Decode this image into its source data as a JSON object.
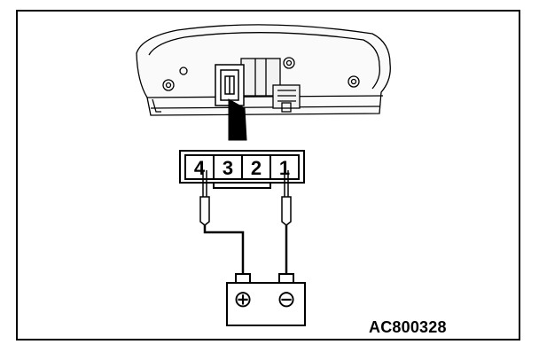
{
  "diagram": {
    "figure_code": "AC800328",
    "connector": {
      "pins": [
        "4",
        "3",
        "2",
        "1"
      ]
    },
    "battery": {
      "positive_symbol": "⊕",
      "negative_symbol": "⊖"
    },
    "colors": {
      "stroke": "#000000",
      "background": "#ffffff",
      "part_fill": "#e6e6e6"
    }
  }
}
